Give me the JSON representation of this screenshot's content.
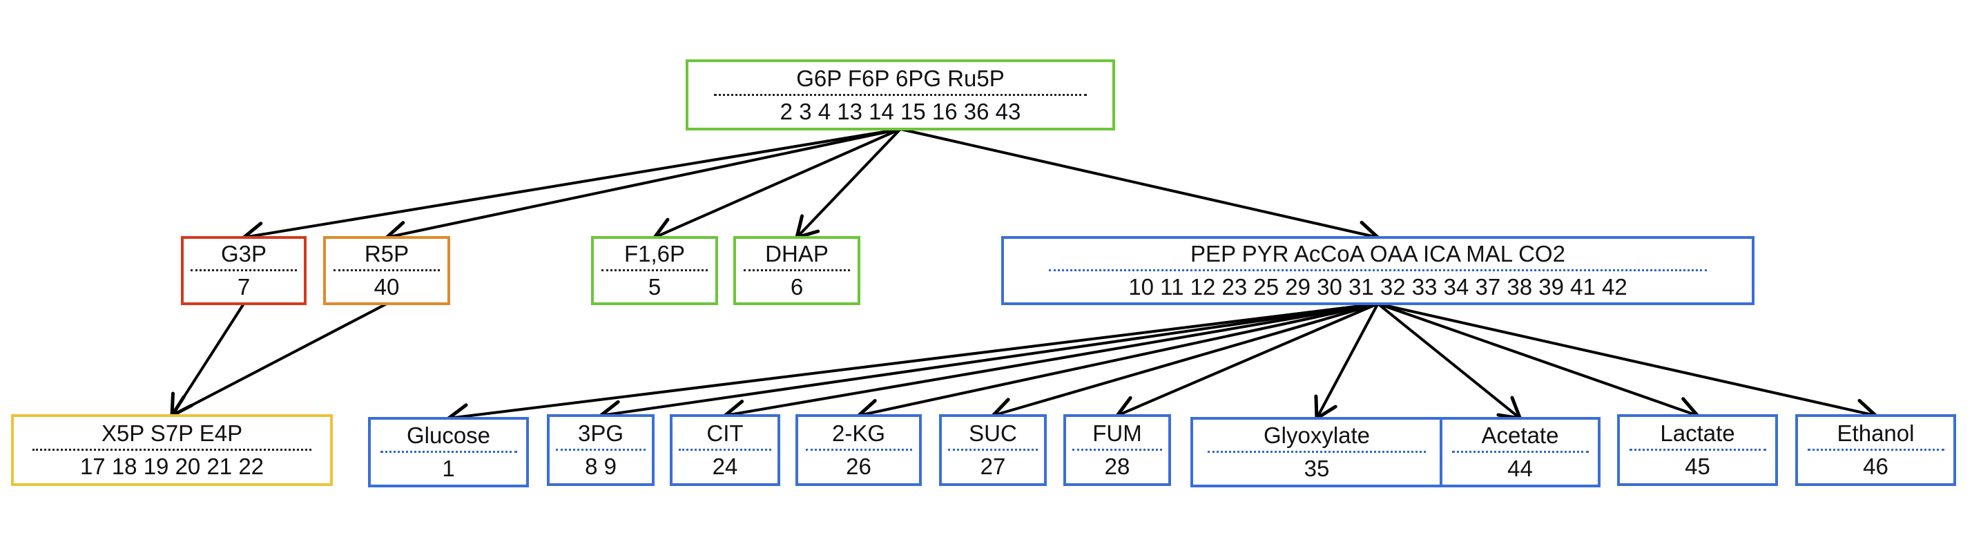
{
  "colors": {
    "green": "#6cc63a",
    "red": "#d43a1f",
    "orange": "#e08a2c",
    "yellow": "#ebc33a",
    "blue": "#3a6fd8",
    "arrow": "#000000"
  },
  "nodes": {
    "root": {
      "label": "G6P F6P 6PG Ru5P",
      "nums": "2 3 4 13 14 15 16 36 43",
      "color": "green"
    },
    "g3p": {
      "label": "G3P",
      "nums": "7",
      "color": "red"
    },
    "r5p": {
      "label": "R5P",
      "nums": "40",
      "color": "orange"
    },
    "f16p": {
      "label": "F1,6P",
      "nums": "5",
      "color": "green"
    },
    "dhap": {
      "label": "DHAP",
      "nums": "6",
      "color": "green"
    },
    "pep": {
      "label": "PEP PYR AcCoA OAA ICA MAL CO2",
      "nums": "10 11 12 23 25 29 30 31 32 33 34 37 38 39 41 42",
      "color": "blue"
    },
    "x5p": {
      "label": "X5P S7P E4P",
      "nums": "17 18 19 20 21 22",
      "color": "yellow"
    },
    "glucose": {
      "label": "Glucose",
      "nums": "1",
      "color": "blue"
    },
    "pg3": {
      "label": "3PG",
      "nums": "8 9",
      "color": "blue"
    },
    "cit": {
      "label": "CIT",
      "nums": "24",
      "color": "blue"
    },
    "kg2": {
      "label": "2-KG",
      "nums": "26",
      "color": "blue"
    },
    "suc": {
      "label": "SUC",
      "nums": "27",
      "color": "blue"
    },
    "fum": {
      "label": "FUM",
      "nums": "28",
      "color": "blue"
    },
    "glyoxylate": {
      "label": "Glyoxylate",
      "nums": "35",
      "color": "blue"
    },
    "acetate": {
      "label": "Acetate",
      "nums": "44",
      "color": "blue"
    },
    "lactate": {
      "label": "Lactate",
      "nums": "45",
      "color": "blue"
    },
    "ethanol": {
      "label": "Ethanol",
      "nums": "46",
      "color": "blue"
    }
  },
  "edges": [
    [
      "root",
      "g3p"
    ],
    [
      "root",
      "r5p"
    ],
    [
      "root",
      "f16p"
    ],
    [
      "root",
      "dhap"
    ],
    [
      "root",
      "pep"
    ],
    [
      "g3p",
      "x5p"
    ],
    [
      "r5p",
      "x5p"
    ],
    [
      "pep",
      "glucose"
    ],
    [
      "pep",
      "pg3"
    ],
    [
      "pep",
      "cit"
    ],
    [
      "pep",
      "kg2"
    ],
    [
      "pep",
      "suc"
    ],
    [
      "pep",
      "fum"
    ],
    [
      "pep",
      "glyoxylate"
    ],
    [
      "pep",
      "acetate"
    ],
    [
      "pep",
      "lactate"
    ],
    [
      "pep",
      "ethanol"
    ]
  ]
}
